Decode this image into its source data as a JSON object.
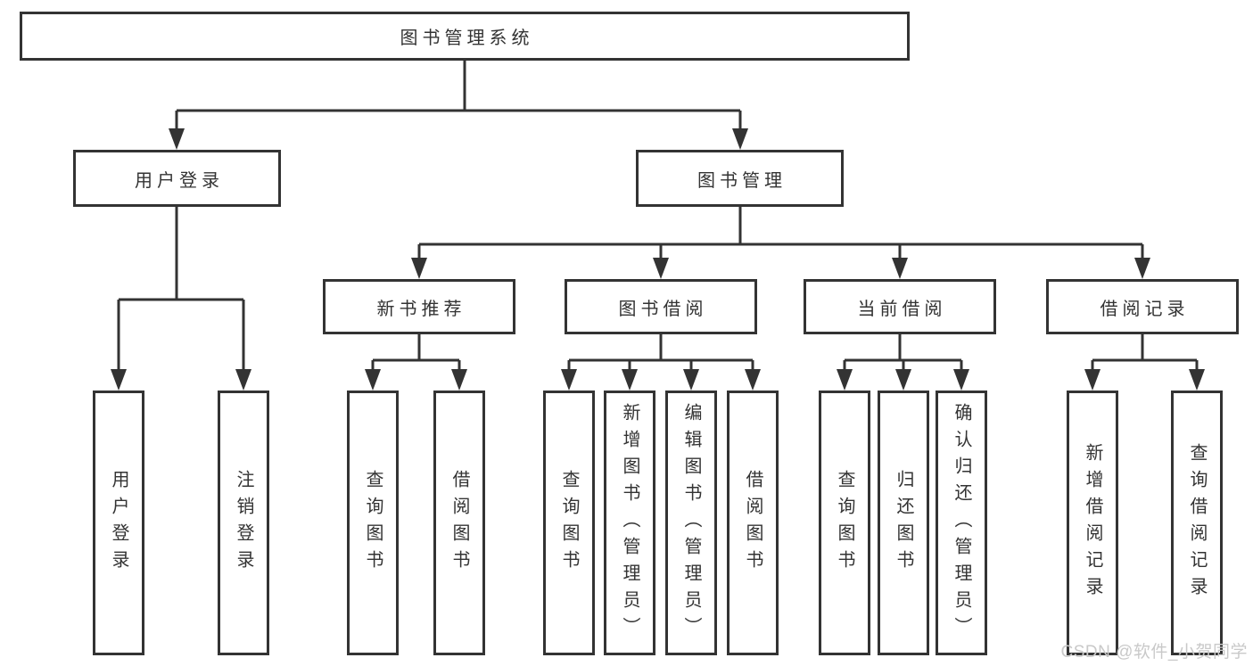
{
  "tree": {
    "root": {
      "label": "图书管理系统"
    },
    "user_login": {
      "label": "用户登录",
      "children": {
        "login": {
          "label": "用户登录"
        },
        "logout": {
          "label": "注销登录"
        }
      }
    },
    "book_mgmt": {
      "label": "图书管理",
      "children": {
        "new_book_rec": {
          "label": "新书推荐",
          "children": {
            "query_book": {
              "label": "查询图书"
            },
            "borrow_book": {
              "label": "借阅图书"
            }
          }
        },
        "book_borrow": {
          "label": "图书借阅",
          "children": {
            "query_book": {
              "label": "查询图书"
            },
            "add_book": {
              "label": "新增图书（管理员）"
            },
            "edit_book": {
              "label": "编辑图书（管理员）"
            },
            "borrow_book": {
              "label": "借阅图书"
            }
          }
        },
        "current_borrow": {
          "label": "当前借阅",
          "children": {
            "query_book": {
              "label": "查询图书"
            },
            "return_book": {
              "label": "归还图书"
            },
            "confirm_return": {
              "label": "确认归还（管理员）"
            }
          }
        },
        "borrow_records": {
          "label": "借阅记录",
          "children": {
            "add_record": {
              "label": "新增借阅记录"
            },
            "query_record": {
              "label": "查询借阅记录"
            }
          }
        }
      }
    }
  },
  "watermark": "CSDN @软件_小贺同学",
  "colors": {
    "line": "#333333",
    "text": "#333333",
    "background": "#ffffff",
    "watermark": "#c9c9c9"
  }
}
